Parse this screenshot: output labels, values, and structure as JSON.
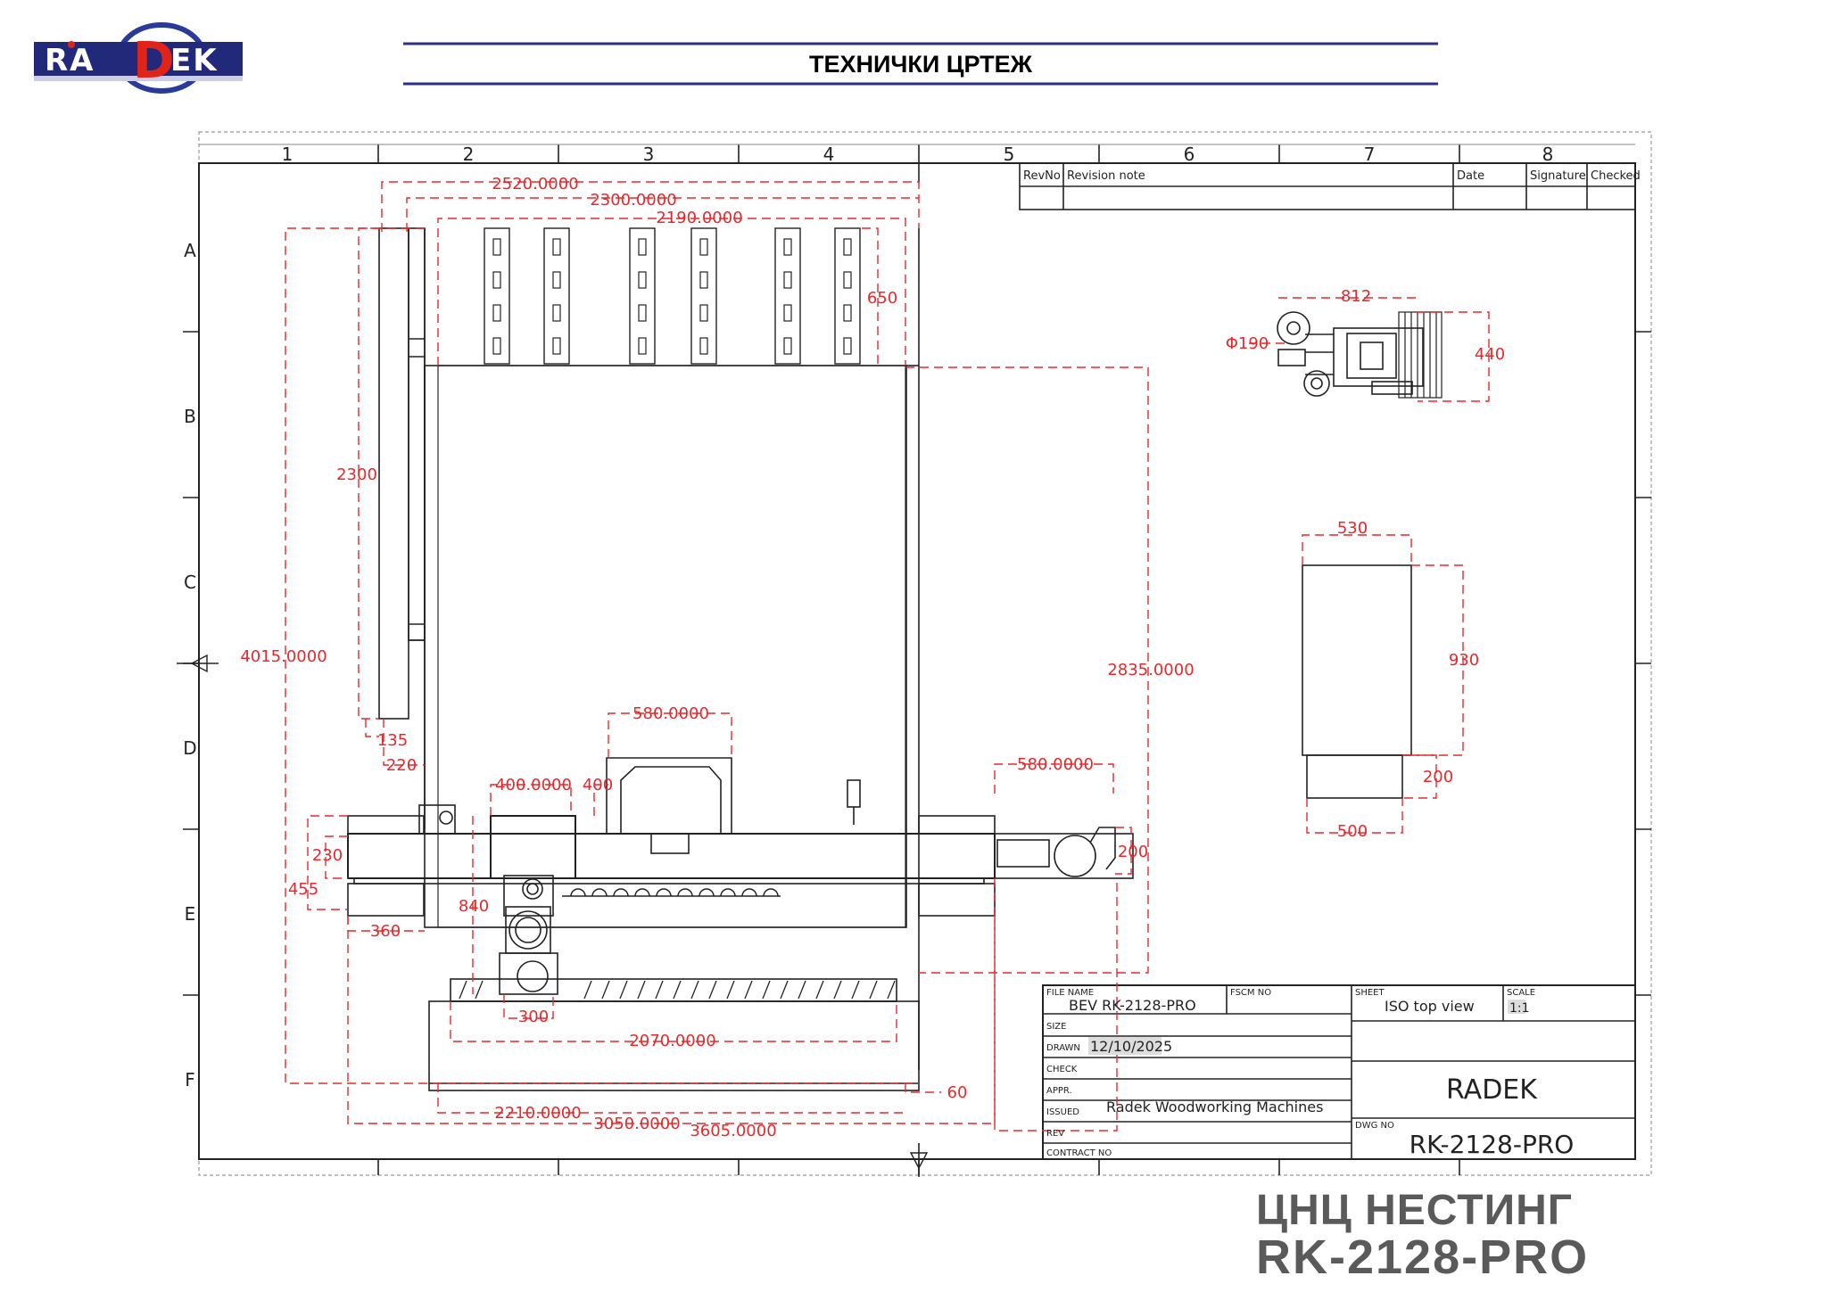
{
  "header": {
    "brand": "RADEK",
    "doc_title": "ТЕХНИЧКИ ЦРТЕЖ"
  },
  "product": {
    "line1": "ЦНЦ НЕСТИНГ",
    "line2": "RK-2128-PRO"
  },
  "colors": {
    "brand_blue": "#23297a",
    "brand_red": "#e2231a",
    "dimension_red": "#e8282b",
    "line_black": "#222222",
    "product_gray": "#5a5a5a"
  },
  "frame": {
    "col_labels": [
      "1",
      "2",
      "3",
      "4",
      "5",
      "6",
      "7",
      "8"
    ],
    "row_labels": [
      "A",
      "B",
      "C",
      "D",
      "E",
      "F"
    ]
  },
  "revision_table": {
    "headers": [
      "RevNo",
      "Revision note",
      "Date",
      "Signature",
      "Checked"
    ]
  },
  "dimensions": {
    "d2520": "2520.0000",
    "d2300w": "2300.0000",
    "d2190": "2190.0000",
    "d650": "650",
    "d2300": "2300",
    "d4015": "4015.0000",
    "d2835": "2835.0000",
    "d135": "135",
    "d220": "220",
    "d580a": "580.0000",
    "d400a": "400.0000",
    "d400b": "400",
    "d580b": "580.0000",
    "d200a": "200",
    "d230": "230",
    "d455": "455",
    "d840": "840",
    "d360": "360",
    "d300": "300",
    "d2070": "2070.0000",
    "d60": "60",
    "d2210": "2210.0000",
    "d3050": "3050.0000",
    "d3605": "3605.0000",
    "d812": "812",
    "d190": "Φ190",
    "d440": "440",
    "d530": "530",
    "d930": "930",
    "d200b": "200",
    "d500": "500"
  },
  "title_block": {
    "file_name_label": "FILE NAME",
    "file_name": "BEV  RK-2128-PRO",
    "fscm_label": "FSCM NO",
    "sheet_label": "SHEET",
    "sheet": "ISO top view",
    "scale_label": "SCALE",
    "scale": "1:1",
    "size_label": "SIZE",
    "drawn_label": "DRAWN",
    "drawn": "12/10/2025",
    "check_label": "CHECK",
    "appr_label": "APPR.",
    "issued_label": "ISSUED",
    "issued": "Radek Woodworking Machines",
    "rev_label": "REV",
    "contract_label": "CONTRACT NO",
    "company": "RADEK",
    "dwg_label": "DWG NO",
    "dwg_no": "RK-2128-PRO"
  }
}
